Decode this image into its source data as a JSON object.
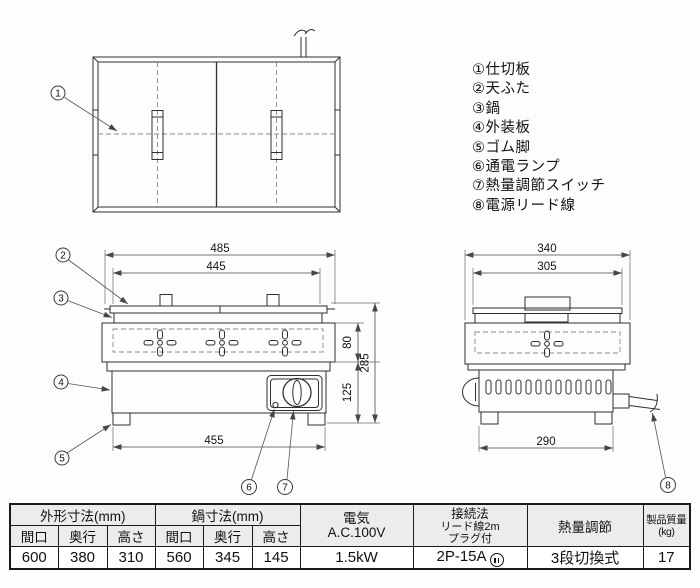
{
  "legend": {
    "items": [
      {
        "num": "①",
        "label": "仕切板"
      },
      {
        "num": "②",
        "label": "天ふた"
      },
      {
        "num": "③",
        "label": "鍋"
      },
      {
        "num": "④",
        "label": "外装板"
      },
      {
        "num": "⑤",
        "label": "ゴム脚"
      },
      {
        "num": "⑥",
        "label": "通電ランプ"
      },
      {
        "num": "⑦",
        "label": "熱量調節スイッチ"
      },
      {
        "num": "⑧",
        "label": "電源リード線"
      }
    ]
  },
  "callouts": {
    "1": "1",
    "2": "2",
    "3": "3",
    "4": "4",
    "5": "5",
    "6": "6",
    "7": "7",
    "8": "8"
  },
  "dimensions": {
    "front": {
      "overall_width": "485",
      "lid_width": "445",
      "base_width": "455",
      "pot_height": "80",
      "body_height": "285",
      "base_height": "125"
    },
    "side": {
      "overall_depth": "340",
      "lid_depth": "305",
      "base_depth": "290"
    }
  },
  "table": {
    "outer_dims_header": "外形寸法(mm)",
    "pot_dims_header": "鍋寸法(mm)",
    "sub_headers": [
      "間口",
      "奥行",
      "高さ",
      "間口",
      "奥行",
      "高さ"
    ],
    "electric_header": [
      "電気",
      "A.C.100V"
    ],
    "connection_header": [
      "接続法",
      "リード線2m",
      "プラグ付"
    ],
    "heat_header": "熱量調節",
    "weight_header": [
      "製品質量",
      "(kg)"
    ],
    "values": {
      "outer_width": "600",
      "outer_depth": "380",
      "outer_height": "310",
      "pot_width": "560",
      "pot_depth": "345",
      "pot_height": "145",
      "electric": "1.5kW",
      "connection": "2P-15A",
      "heat": "3段切換式",
      "weight": "17"
    }
  }
}
